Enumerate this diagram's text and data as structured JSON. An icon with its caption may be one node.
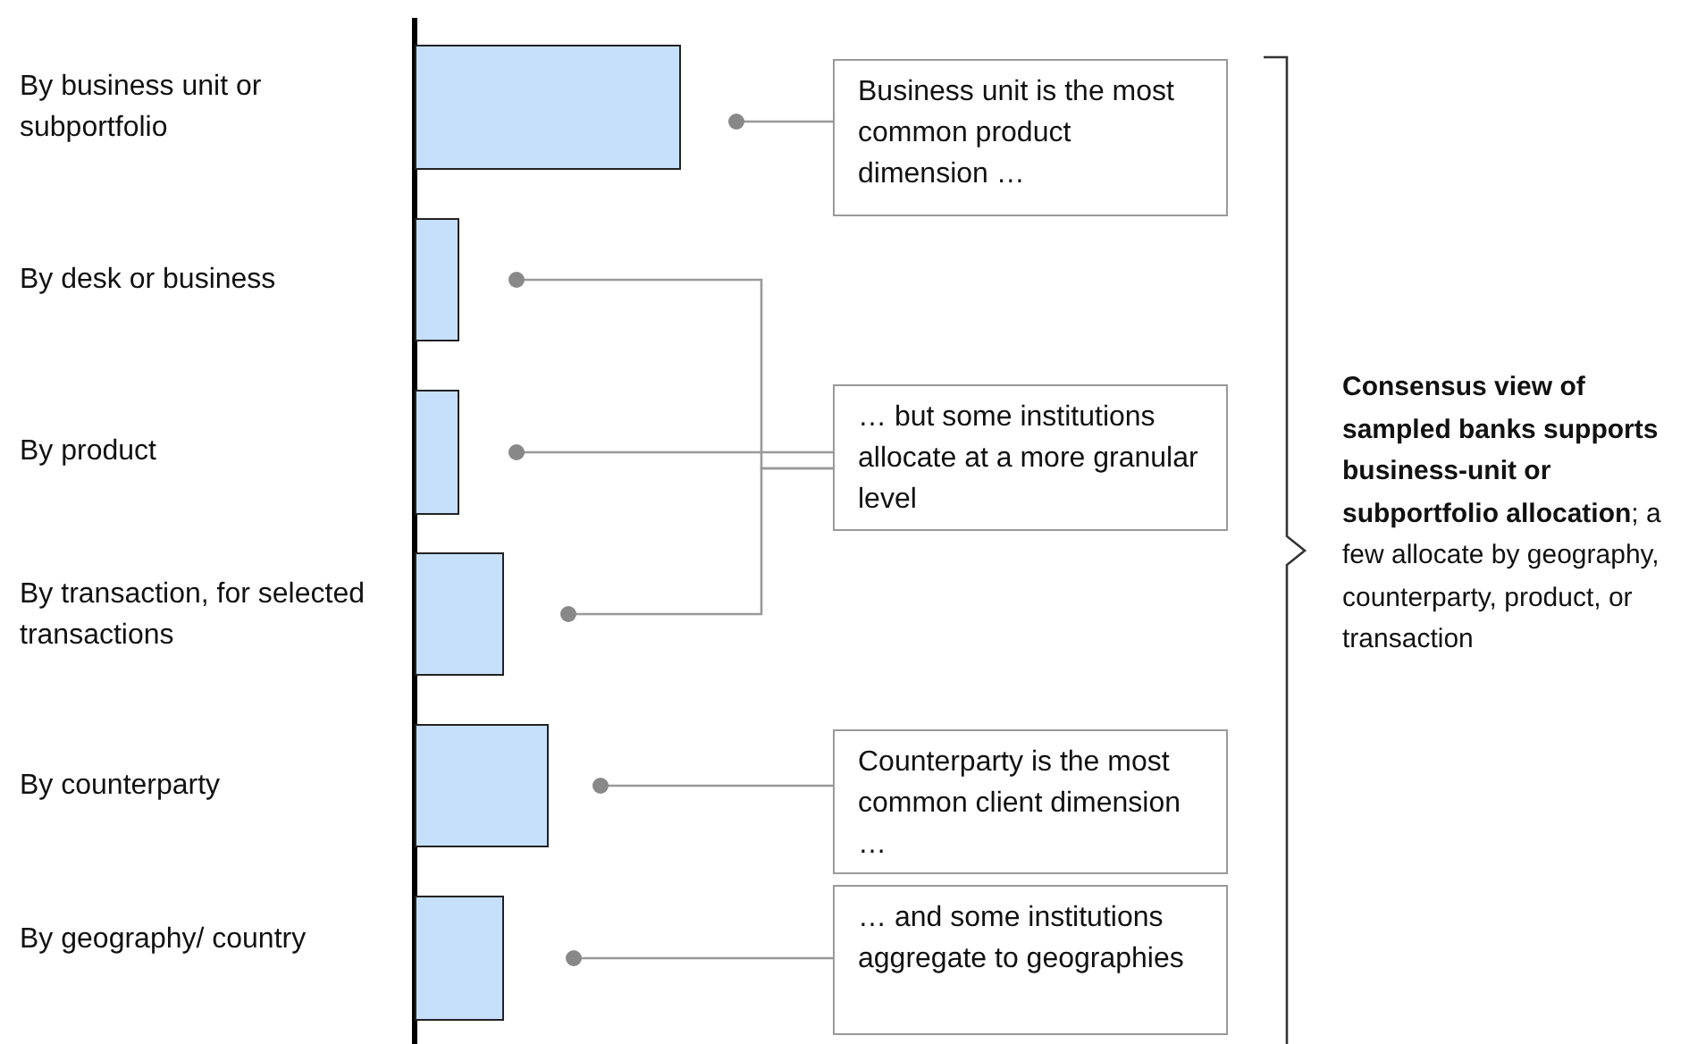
{
  "diagram": {
    "nodes": [
      {
        "text": [],
        "shape": "bar"
      },
      {
        "text": [],
        "shape": "bar"
      },
      {
        "text": [],
        "shape": "bar"
      },
      {
        "text": [],
        "shape": "bar"
      },
      {
        "text": [],
        "shape": "bar"
      },
      {
        "text": [],
        "shape": "bar"
      },
      {
        "text": [
          "Business unit is the most common product dimension …"
        ]
      },
      {
        "text": [
          "… but some institutions allocate at a more granular level"
        ]
      },
      {
        "text": [
          "Counterparty is the most common client dimension …"
        ]
      },
      {
        "text": [
          "… and some institutions aggregate to geographies"
        ]
      }
    ],
    "edges": [
      {
        "from": 6,
        "to": 0,
        "arrow": "other"
      },
      {
        "from": 7,
        "to": 1,
        "arrow": "other"
      },
      {
        "from": 7,
        "to": 2,
        "arrow": "other"
      },
      {
        "from": 7,
        "to": 3,
        "arrow": "other"
      },
      {
        "from": 8,
        "to": 4,
        "arrow": "other"
      },
      {
        "from": 9,
        "to": 5,
        "arrow": "other"
      }
    ],
    "labels": [
      "By business unit or subportfolio",
      "By desk or business",
      "By product",
      "By transaction, for selected transactions",
      "By counterparty",
      "By geography/ country",
      "**Consensus view of sampled banks supports business-unit or subportfolio allocation**; a few allocate by geography, counterparty, product, or transaction"
    ]
  }
}
